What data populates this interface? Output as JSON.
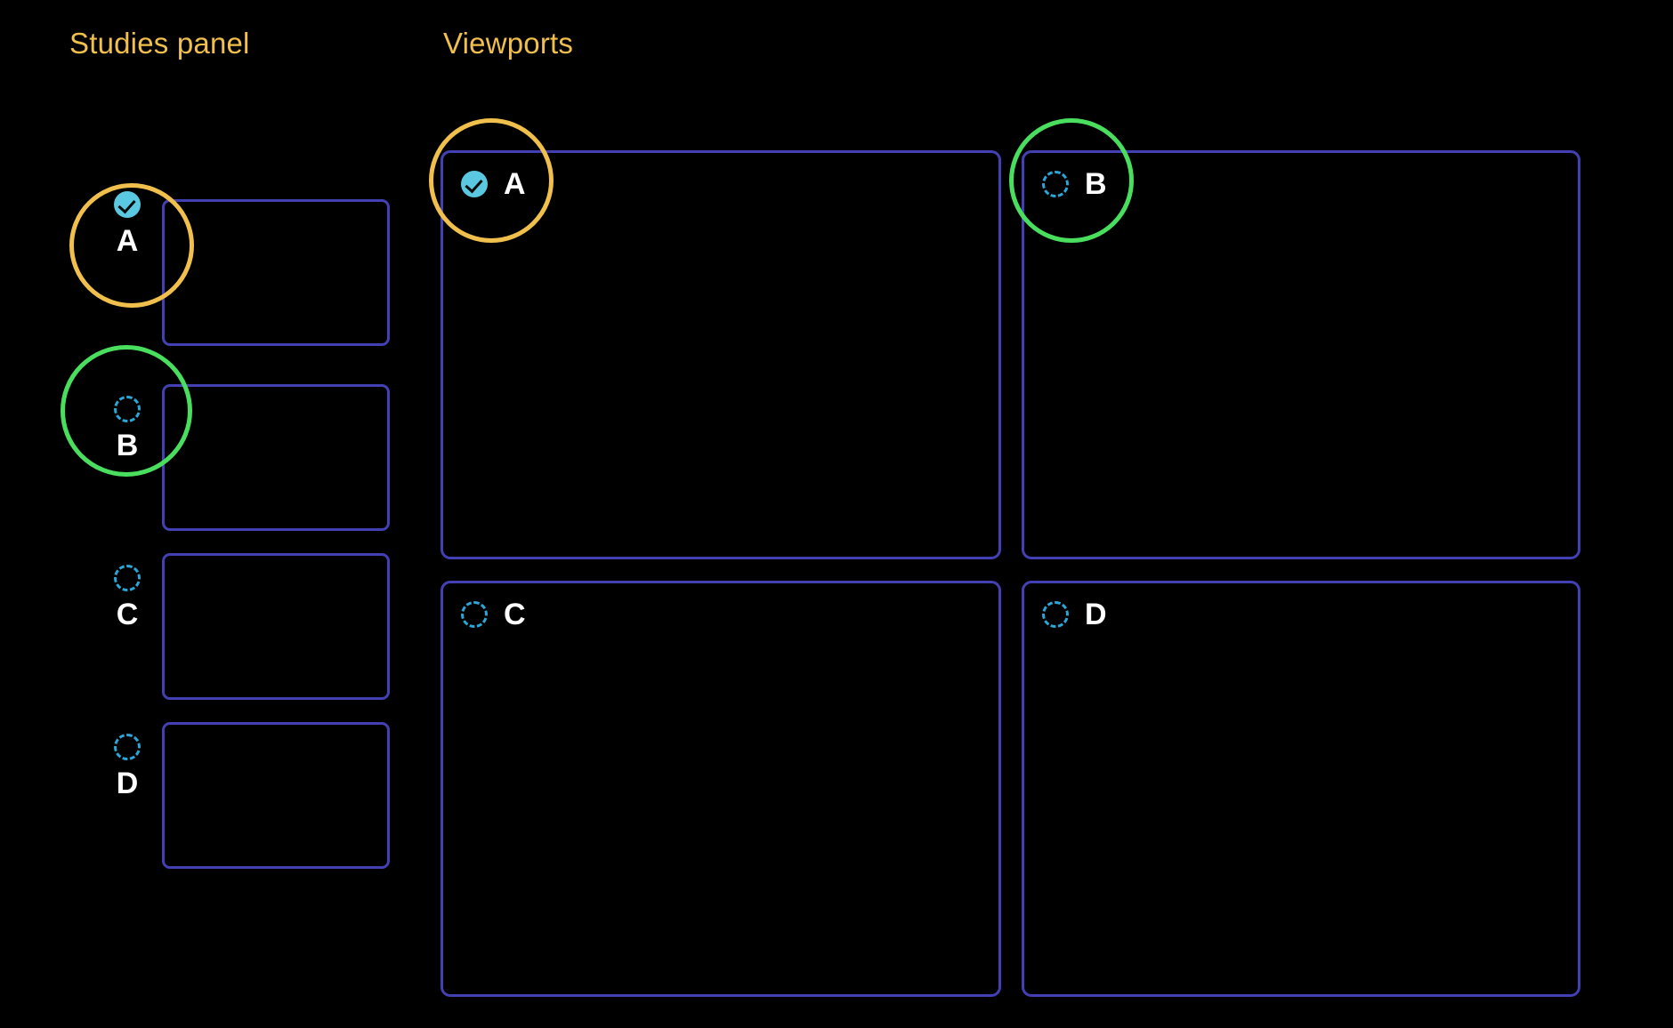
{
  "headings": {
    "studies_panel": "Studies panel",
    "viewports": "Viewports"
  },
  "colors": {
    "background": "#000000",
    "heading": "#f0bf4c",
    "panel_border": "#4340b4",
    "checked_badge": "#5ac8e0",
    "unchecked_outline": "#2ba6d6",
    "label": "#ffffff",
    "highlight_amber": "#f0bf4c",
    "highlight_green": "#4ade5e"
  },
  "studies_panel": {
    "items": [
      {
        "label": "A",
        "status": "checked",
        "status_icon": "check-circle-filled-icon",
        "highlight": "amber"
      },
      {
        "label": "B",
        "status": "unchecked",
        "status_icon": "dashed-circle-icon",
        "highlight": "green"
      },
      {
        "label": "C",
        "status": "unchecked",
        "status_icon": "dashed-circle-icon",
        "highlight": "none"
      },
      {
        "label": "D",
        "status": "unchecked",
        "status_icon": "dashed-circle-icon",
        "highlight": "none"
      }
    ]
  },
  "viewports": {
    "items": [
      {
        "label": "A",
        "status": "checked",
        "status_icon": "check-circle-filled-icon",
        "highlight": "amber",
        "position": "top-left"
      },
      {
        "label": "B",
        "status": "unchecked",
        "status_icon": "dashed-circle-icon",
        "highlight": "green",
        "position": "top-right"
      },
      {
        "label": "C",
        "status": "unchecked",
        "status_icon": "dashed-circle-icon",
        "highlight": "none",
        "position": "bottom-left"
      },
      {
        "label": "D",
        "status": "unchecked",
        "status_icon": "dashed-circle-icon",
        "highlight": "none",
        "position": "bottom-right"
      }
    ]
  }
}
